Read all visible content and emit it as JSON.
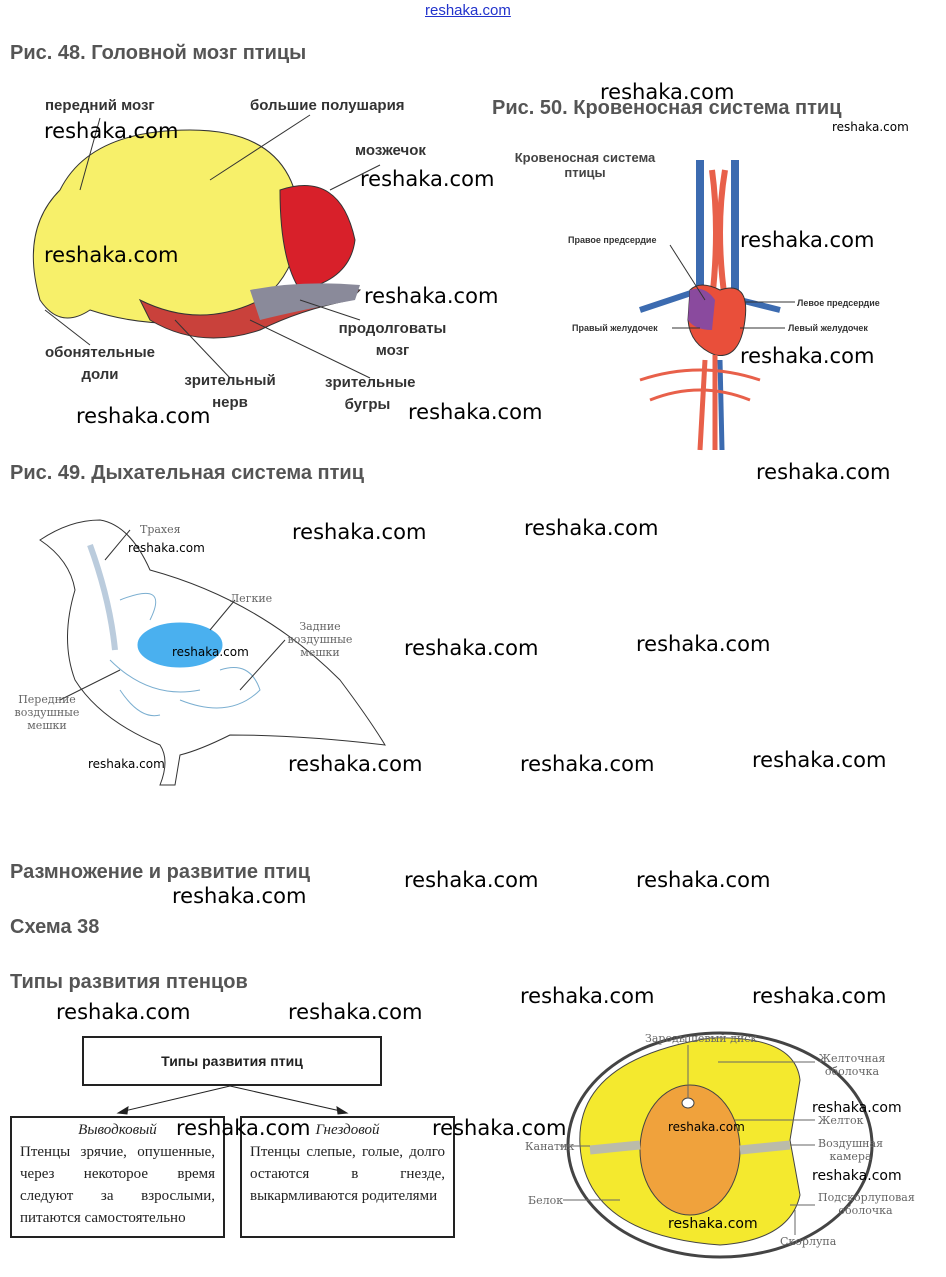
{
  "site": "reshaka.com",
  "watermark": "reshaka.com",
  "fig48": {
    "title": "Рис. 48. Головной мозг птицы",
    "labels": {
      "forebrain": "передний мозг",
      "hemispheres": "большие полушария",
      "cerebellum": "мозжечок",
      "olfactory": "обонятельные доли",
      "optic_nerve": "зрительный нерв",
      "medulla": "продолговаты мозг",
      "optic_lobes": "зрительные бугры"
    }
  },
  "fig50": {
    "title": "Рис. 50. Кровеносная система птиц",
    "subtitle": "Кровеносная система птицы",
    "labels": {
      "ra": "Правое предсердие",
      "la": "Левое предсердие",
      "rv": "Правый желудочек",
      "lv": "Левый желудочек"
    }
  },
  "fig49": {
    "title": "Рис. 49. Дыхательная система птиц",
    "labels": {
      "trachea": "Трахея",
      "lungs": "Легкие",
      "rear_sacs": "Задние воздушные мешки",
      "front_sacs": "Передние воздушные мешки"
    }
  },
  "section": {
    "title": "Размножение и развитие птиц",
    "scheme": "Схема 38",
    "subtitle": "Типы развития птенцов"
  },
  "scheme": {
    "root": "Типы развития птиц",
    "left": {
      "title": "Выводковый",
      "text": "Птенцы зрячие, опушенные, через некоторое время следуют за взрослыми, питаются самостоятельно"
    },
    "right": {
      "title": "Гнездовой",
      "text": "Птенцы слепые, голые, долго остаются в гнезде, выкармливаются родителями"
    }
  },
  "egg": {
    "labels": {
      "disc": "Зародышевый диск",
      "yolk_membrane": "Желточная оболочка",
      "yolk": "Желток",
      "chalaza": "Канатик",
      "air": "Воздушная камера",
      "white": "Белок",
      "shell_membrane": "Подскорлуповая оболочка",
      "shell": "Скорлупа"
    }
  }
}
